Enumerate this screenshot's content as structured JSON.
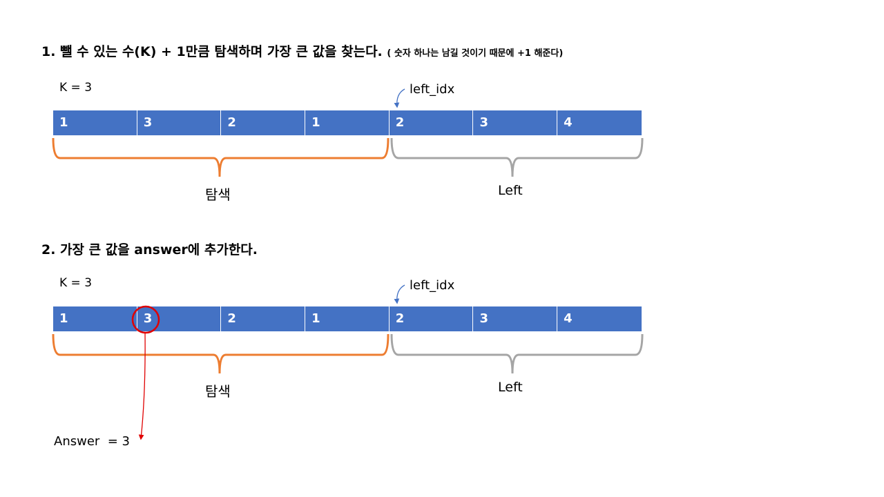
{
  "steps": [
    {
      "heading": "1. 뺄 수 있는 수(K) + 1만큼 탐색하며 가장 큰 값을 찾는다.",
      "note": "( 숫자 하나는 남길 것이기 때문에 +1 해준다)",
      "k_label": "K = 3",
      "pointer_label": "left_idx",
      "cells": [
        "1",
        "3",
        "2",
        "1",
        "2",
        "3",
        "4"
      ],
      "search_label": "탐색",
      "left_label": "Left"
    },
    {
      "heading": "2. 가장 큰 값을 answer에 추가한다.",
      "k_label": "K = 3",
      "pointer_label": "left_idx",
      "cells": [
        "1",
        "3",
        "2",
        "1",
        "2",
        "3",
        "4"
      ],
      "search_label": "탐색",
      "left_label": "Left",
      "highlighted_cell": "3",
      "answer": "Answer  = 3"
    }
  ],
  "colors": {
    "cell_fill": "#4472C4",
    "search_brace": "#ED7D31",
    "left_brace": "#A5A5A5",
    "highlight": "#E00000",
    "pointer_arrow": "#4472C4"
  }
}
